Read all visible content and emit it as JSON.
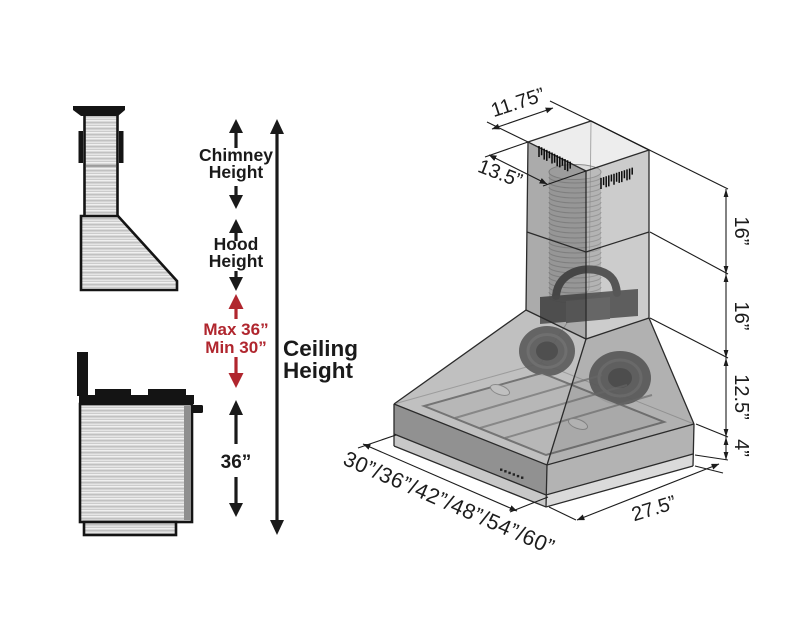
{
  "side_view": {
    "chimney_height": {
      "line1": "Chimney",
      "line2": "Height"
    },
    "hood_height": {
      "line1": "Hood",
      "line2": "Height"
    },
    "clearance": {
      "max": "Max 36”",
      "min": "Min 30”"
    },
    "ceiling": {
      "line1": "Ceiling",
      "line2": "Height"
    },
    "range_height": "36”"
  },
  "iso_view": {
    "chimney_top_depth": "11.75”",
    "chimney_top_width": "13.5”",
    "upper_chimney_height": "16”",
    "lower_chimney_height": "16”",
    "hood_body_height": "12.5”",
    "base_height": "4”",
    "available_widths": "30”/36”/42”/48”/54”/60”",
    "hood_depth": "27.5”"
  },
  "colors": {
    "accent_red": "#b0262e",
    "ink": "#1a1a1a"
  }
}
